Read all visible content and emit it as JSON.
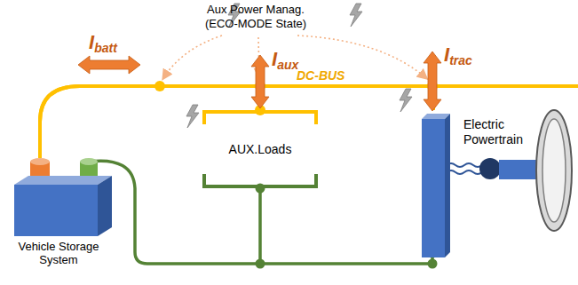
{
  "diagram": {
    "nodes": [
      {
        "text": [
          "Vehicle Storage System"
        ]
      },
      {
        "text": [
          "AUX.Loads"
        ]
      },
      {
        "text": [
          "Electric Powertrain"
        ]
      }
    ],
    "edges": [
      {
        "from": 0,
        "to": 1,
        "arrow": "none"
      },
      {
        "from": 0,
        "to": 2,
        "arrow": "none"
      }
    ],
    "labels": [
      "Aux Power Manag. (ECO-MODE State)",
      "Ibatt",
      "Iaux",
      "Itrac",
      "DC-BUS"
    ]
  }
}
